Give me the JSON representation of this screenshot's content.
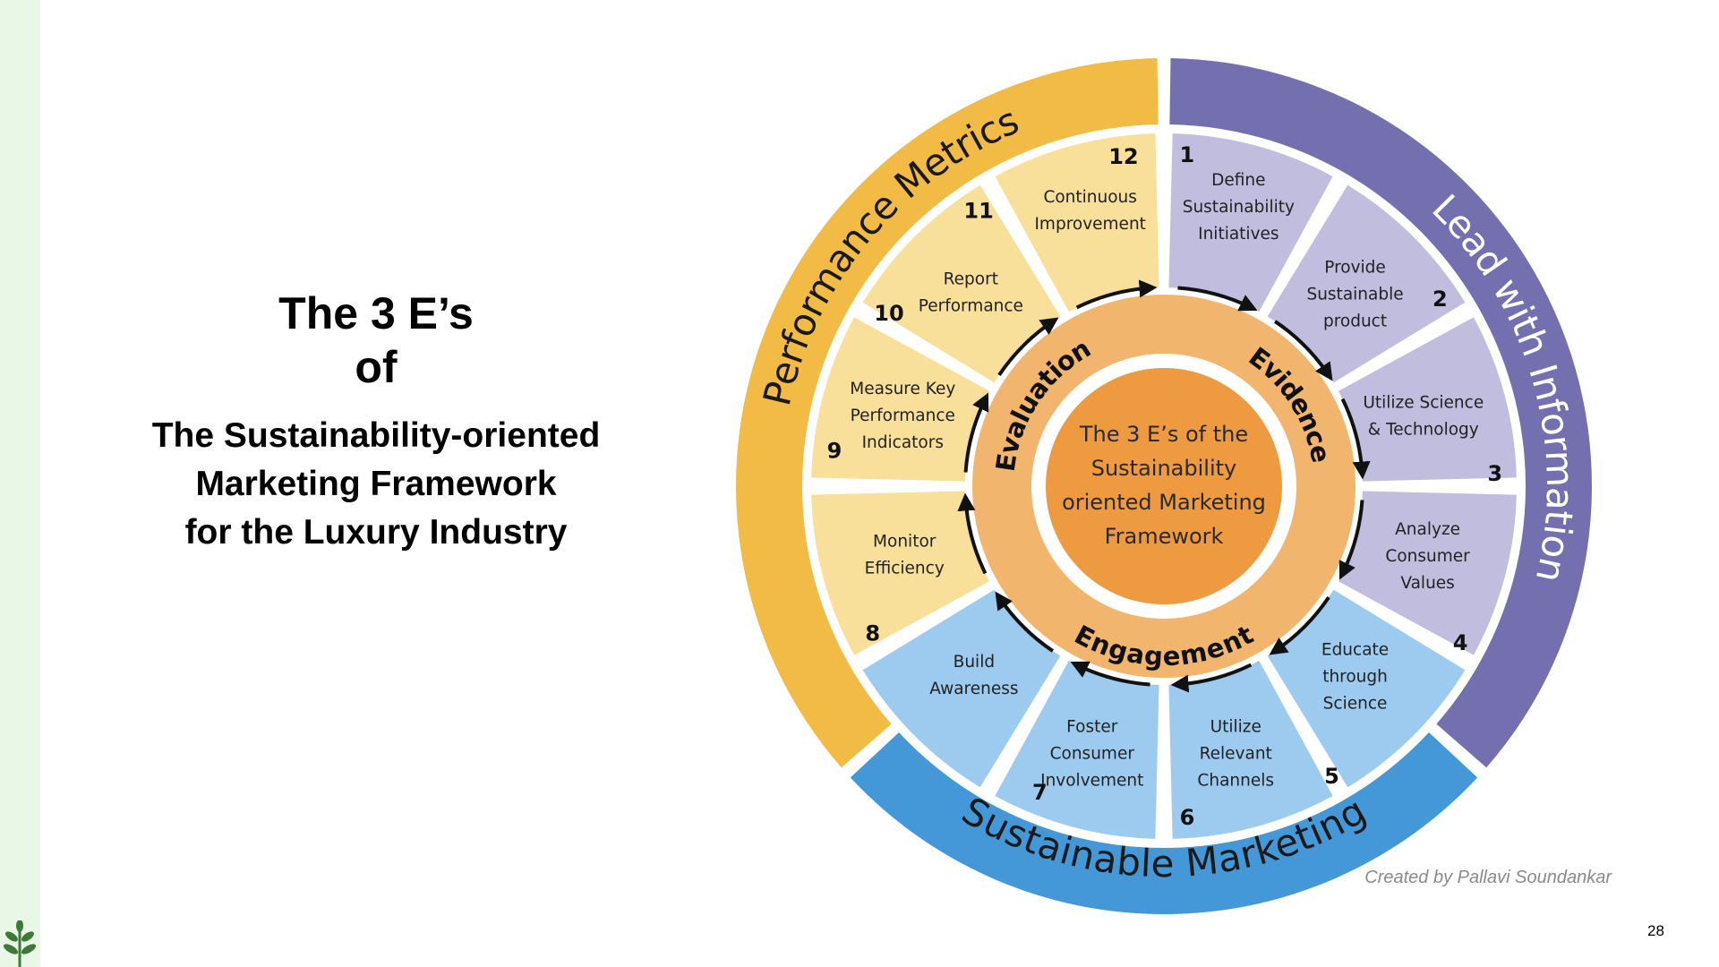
{
  "title": {
    "line1": "The 3 E’s",
    "line2": "of",
    "subtitle": [
      "The Sustainability-oriented",
      "Marketing Framework",
      "for the Luxury Industry"
    ]
  },
  "diagram": {
    "center": [
      "The 3 E’s of the",
      "Sustainability",
      "oriented Marketing",
      "Framework"
    ],
    "outer_ring": [
      {
        "label": "Lead with Information",
        "color": "#7470b0",
        "text_color": "#ffffff"
      },
      {
        "label": "Sustainable Marketing",
        "color": "#4498d8",
        "text_color": "#1a1a1a"
      },
      {
        "label": "Performance Metrics",
        "color": "#f1bb45",
        "text_color": "#1a1a1a"
      }
    ],
    "middle_ring": [
      "Evidence",
      "Engagement",
      "Evaluation"
    ],
    "middle_ring_color": "#f2b56e",
    "center_color": "#ee9a40",
    "steps": [
      {
        "number": "1",
        "lines": [
          "Define",
          "Sustainability",
          "Initiatives"
        ],
        "color": "#c0bddf"
      },
      {
        "number": "2",
        "lines": [
          "Provide",
          "Sustainable",
          "product"
        ],
        "color": "#c0bddf"
      },
      {
        "number": "3",
        "lines": [
          "Utilize Science",
          "& Technology"
        ],
        "color": "#c0bddf"
      },
      {
        "number": "4",
        "lines": [
          "Analyze",
          "Consumer",
          "Values"
        ],
        "color": "#c0bddf"
      },
      {
        "number": "5",
        "lines": [
          "Educate",
          "through",
          "Science"
        ],
        "color": "#9dcbef"
      },
      {
        "number": "6",
        "lines": [
          "Utilize",
          "Relevant",
          "Channels"
        ],
        "color": "#9dcbef"
      },
      {
        "number": "7",
        "lines": [
          "Foster",
          "Consumer",
          "Involvement"
        ],
        "color": "#9dcbef"
      },
      {
        "number": "8",
        "lines": [
          "Build",
          "Awareness"
        ],
        "color": "#9dcbef"
      },
      {
        "number": "9",
        "lines": [
          "Monitor",
          "Efficiency"
        ],
        "color": "#f8df9a"
      },
      {
        "number": "10",
        "lines": [
          "Measure Key",
          "Performance",
          "Indicators"
        ],
        "color": "#f8df9a"
      },
      {
        "number": "11",
        "lines": [
          "Report",
          "Performance"
        ],
        "color": "#f8df9a"
      },
      {
        "number": "12",
        "lines": [
          "Continuous",
          "Improvement"
        ],
        "color": "#f8df9a"
      }
    ],
    "credit": "Created by Pallavi Soundankar"
  },
  "page_number": "28"
}
